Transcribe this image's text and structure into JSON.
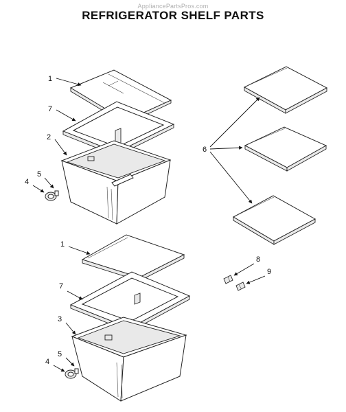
{
  "watermark": "AppliancePartsPros.com",
  "title": "REFRIGERATOR SHELF PARTS",
  "callouts": {
    "c1a": "1",
    "c7a": "7",
    "c2": "2",
    "c5a": "5",
    "c4a": "4",
    "c6": "6",
    "c1b": "1",
    "c7b": "7",
    "c3": "3",
    "c5b": "5",
    "c4b": "4",
    "c8": "8",
    "c9": "9"
  }
}
